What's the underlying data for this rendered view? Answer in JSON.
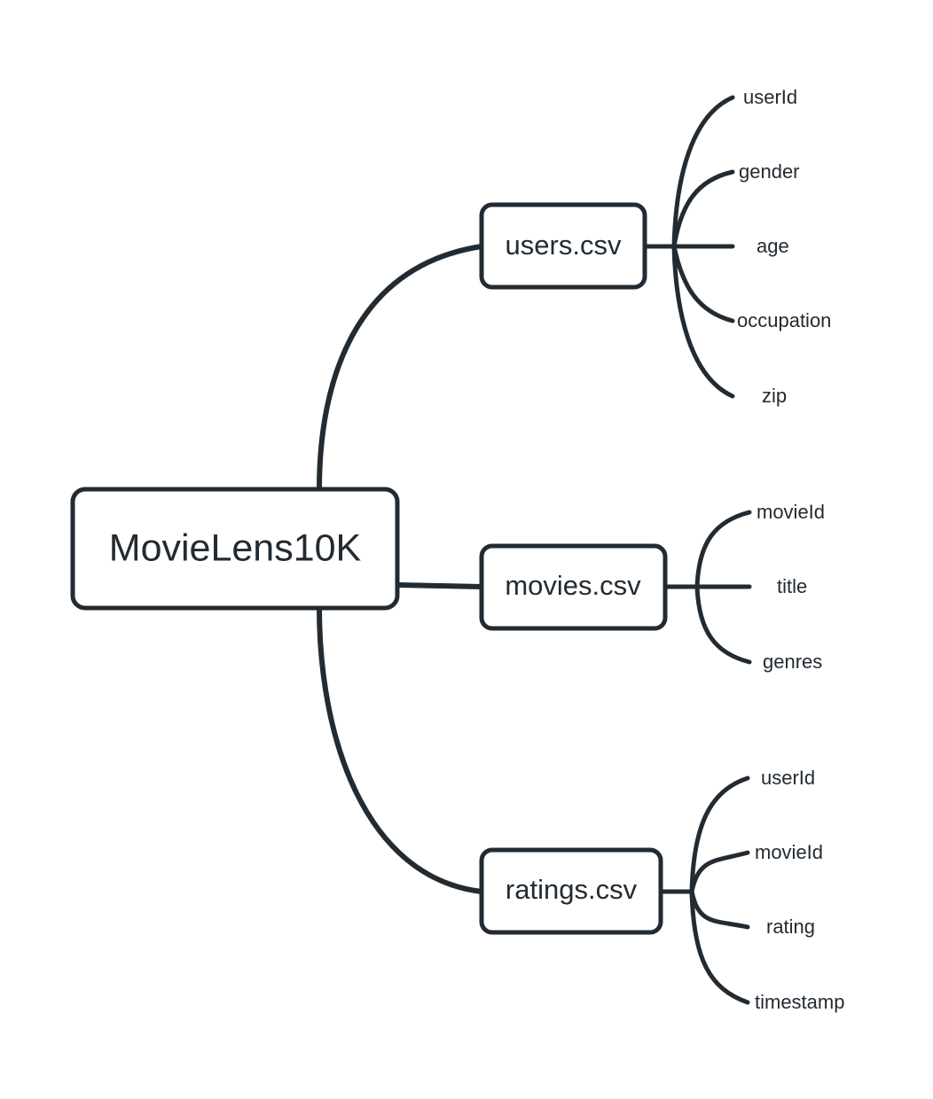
{
  "diagram": {
    "type": "mindmap",
    "background_color": "#ffffff",
    "stroke_color": "#232b32",
    "text_color": "#232b32",
    "root": {
      "label": "MovieLens10K"
    },
    "branches": [
      {
        "id": "users",
        "label": "users.csv",
        "leaves": [
          {
            "label": "userId"
          },
          {
            "label": "gender"
          },
          {
            "label": "age"
          },
          {
            "label": "occupation"
          },
          {
            "label": "zip"
          }
        ]
      },
      {
        "id": "movies",
        "label": "movies.csv",
        "leaves": [
          {
            "label": "movieId"
          },
          {
            "label": "title"
          },
          {
            "label": "genres"
          }
        ]
      },
      {
        "id": "ratings",
        "label": "ratings.csv",
        "leaves": [
          {
            "label": "userId"
          },
          {
            "label": "movieId"
          },
          {
            "label": "rating"
          },
          {
            "label": "timestamp"
          }
        ]
      }
    ]
  }
}
